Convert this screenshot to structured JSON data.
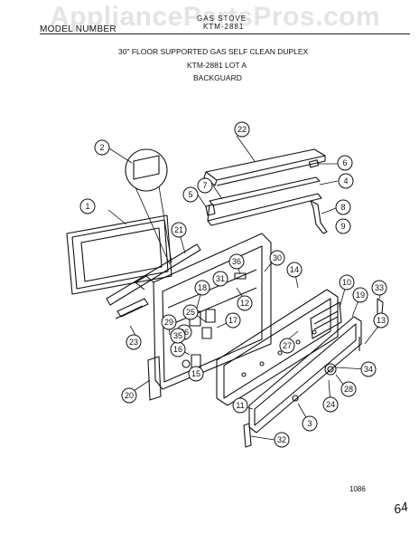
{
  "header": {
    "watermark": "AppliancePartsPros.com",
    "title_left": "MODEL NUMBER",
    "title_top_1": "GAS STOVE",
    "title_top_2": "KTM-2881",
    "line1": "30\" FLOOR SUPPORTED GAS SELF CLEAN DUPLEX",
    "line2": "KTM-2881 LOT A",
    "line3": "BACKGUARD"
  },
  "footer": {
    "page_code": "1086",
    "corner_mark": "64"
  },
  "callouts": [
    "1",
    "2",
    "3",
    "4",
    "5",
    "6",
    "7",
    "8",
    "9",
    "10",
    "11",
    "12",
    "13",
    "14",
    "15",
    "16",
    "17",
    "18",
    "19",
    "20",
    "21",
    "22",
    "23",
    "24",
    "25",
    "26",
    "27",
    "28",
    "29",
    "30",
    "31",
    "32",
    "33",
    "34",
    "35",
    "36"
  ]
}
